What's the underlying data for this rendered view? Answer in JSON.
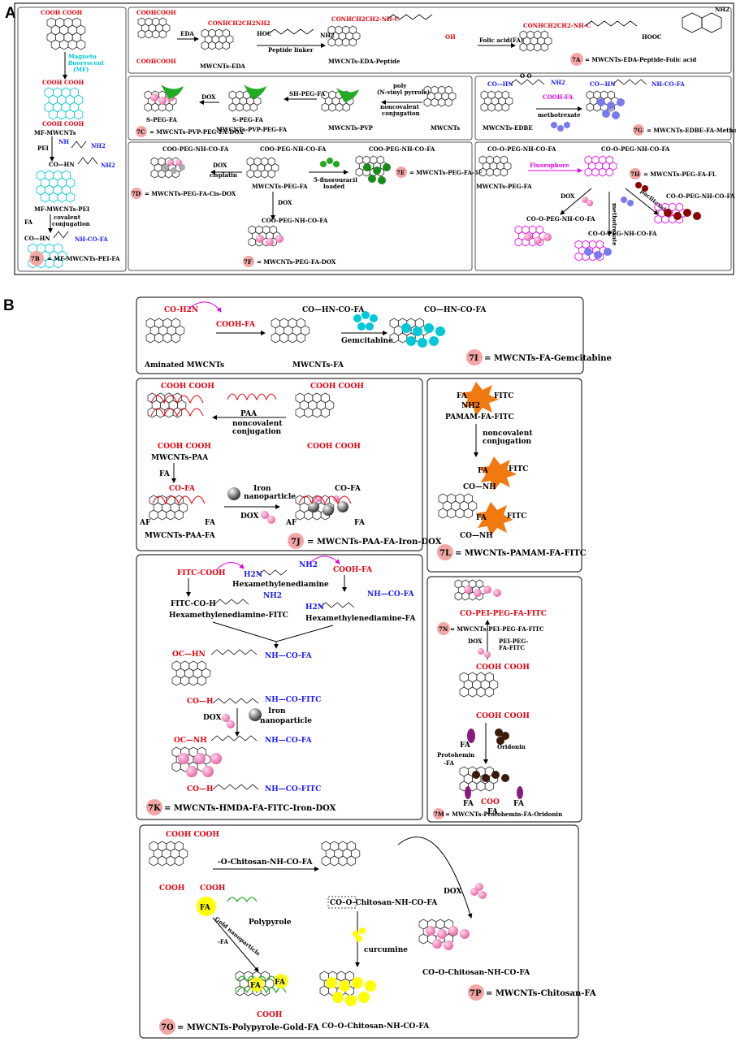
{
  "sections": {
    "A": "A",
    "B": "B"
  },
  "colors": {
    "border": "#333333",
    "cnt": "#333333",
    "cooh": "#e8000d",
    "nh": "#1a1aff",
    "pink_drug": "#f48fc8",
    "blue_drug": "#7a7af0",
    "cyan": "#00c8d8",
    "green": "#22aa22",
    "darkred": "#8b0000",
    "magenta": "#e600e6",
    "badge": "#f4a6a6"
  },
  "panelA": {
    "b7B": {
      "top_label": "COOH COOH",
      "mag_label1": "Magneto",
      "mag_label2": "fluorescent",
      "mag_label3": "(MF)",
      "mf_top": "COOH COOH",
      "mf_bot": "COOH COOH",
      "mf_name": "MF-MWCNTs",
      "pei": "PEI",
      "nh": "NH",
      "nh2": "NH2",
      "co_hn": "CO—HN",
      "n": "n",
      "mfpei_name": "MF-MWCNTs-PEI",
      "fa": "FA",
      "covalent1": "covalent",
      "covalent2": "conjugation",
      "nh_co_fa": "NH-CO-FA",
      "co_hn2": "CO—HN",
      "tag": "7B",
      "caption": "= MF-MWCNTs-PEI-FA"
    },
    "b7A": {
      "cooh_top": "COOHCOOH",
      "cooh_bot": "COOHCOOH",
      "eda": "EDA",
      "eda_product": "MWCNTs-EDA",
      "co_nh2": "CONHCH2CH2NH2",
      "hoc": "HOC",
      "nh2": "NH2",
      "peptide_linker": "Peptide linker",
      "mid_label": "CONHCH2CH2-NH-C",
      "mid_product": "MWCNTs-EDA-Peptide",
      "oh": "OH",
      "folic_acid": "Folic acid(FA)",
      "final_label": "CONHCH2CH2-NH-C",
      "hooc": "HOOC",
      "nh2b": "NH2",
      "tag": "7A",
      "caption": "= MWCNTs-EDA-Peptide-Folic acid"
    },
    "b7C": {
      "dox": "DOX",
      "s_peg_fa_1": "S-PEG-FA",
      "tag": "7C",
      "caption": "= MWCNTs-PVP-PEG-FA-DOX",
      "sh_peg_fa": "SH-PEG-FA",
      "s_peg_fa_2": "S-PEG-FA",
      "pvp_peg_fa": "MWCNTs-PVP-PEG-FA",
      "poly1": "poly",
      "poly2": "(N-vinyl pyrrole)",
      "poly3": "noncovalent",
      "poly4": "conjugation",
      "pvp": "MWCNTs-PVP",
      "mwcnts": "MWCNTs"
    },
    "b7G": {
      "co_hn": "CO—HN",
      "o_o": "O   O",
      "n": "n",
      "nh2": "NH2",
      "edbe": "MWCNTs-EDBE",
      "cooh_fa": "COOH-FA",
      "methotrexate": "methotrexate",
      "co_hn2": "CO—HN",
      "nh_co_fa": "NH-CO-FA",
      "tag": "7G",
      "caption": "= MWCNTs-EDBE-FA-Methotrexate"
    },
    "b7D": {
      "co_o": "COO-PEG-NH-CO-FA",
      "cisplatin": "cisplatin",
      "dox": "DOX",
      "tag": "7D",
      "caption": "= MWCNTs-PEG-FA-Cis-DOX",
      "center_label": "COO-PEG-NH-CO-FA",
      "peg_fa": "MWCNTs-PEG-FA",
      "fu1": "5-fluorouracil",
      "fu2": "loaded",
      "e_label": "COO-PEG-NH-CO-FA",
      "tag_e": "7E",
      "caption_e": "= MWCNTs-PEG-FA-5F",
      "dox2": "DOX",
      "f_label": "COO-PEG-NH-CO-FA",
      "tag_f": "7F",
      "caption_f": "= MWCNTs-PEG-FA-DOX"
    },
    "b7H": {
      "co_o": "CO-O-PEG-NH-CO-FA",
      "peg_fa": "MWCNTs-PEG-FA",
      "fluorophore": "Fluorophore",
      "h_label": "CO-O-PEG-NH-CO-FA",
      "tag": "7H",
      "caption": "= MWCNTs-PEG-FA-FL",
      "dox": "DOX",
      "methotrexate": "methotrexate",
      "paclitaxel": "paclitaxel",
      "left_label": "CO-O-PEG-NH-CO-FA",
      "mid_label": "CO-O-PEG-NH-CO-FA",
      "right_label": "CO-O-PEG-NH-CO-FA"
    }
  },
  "panelB": {
    "b7I": {
      "co_h2n": "CO-H2N",
      "aminated": "Aminated MWCNTs",
      "cooh_fa": "COOH-FA",
      "co_hn_co_fa": "CO—HN-CO-FA",
      "mwcnts_fa": "MWCNTs-FA",
      "gemcitabine": "Gemcitabine",
      "co_hn_co_fa2": "CO—HN-CO-FA",
      "tag": "7I",
      "caption": "= MWCNTs-FA-Gemcitabine"
    },
    "b7J": {
      "cooh_tl": "COOH COOH",
      "cooh_bl": "COOH COOH",
      "paa": "PAA",
      "paa_nc1": "noncovalent",
      "paa_nc2": "conjugation",
      "cooh_tr": "COOH COOH",
      "cooh_br": "COOH COOH",
      "mwcnts_paa": "MWCNTs-PAA",
      "fa": "FA",
      "co_fa": "CO-FA",
      "af": "AF",
      "fa_r": "FA",
      "mwcnts_paa_fa": "MWCNTs-PAA-FA",
      "iron1": "Iron",
      "iron2": "nanoparticle",
      "dox": "DOX",
      "co_fa2": "CO-FA",
      "af2": "AF",
      "fa2": "FA",
      "tag": "7J",
      "caption": "= MWCNTs-PAA-FA-Iron-DOX"
    },
    "b7L": {
      "fa_fitc": "FA",
      "fitc": "FITC",
      "nh2": "NH2",
      "pamam": "PAMAM-FA-FITC",
      "nc1": "noncovalent",
      "nc2": "conjugation",
      "fa2": "FA",
      "fitc2": "FITC",
      "co_nh": "CO—NH",
      "fa3": "FA",
      "fitc3": "FITC",
      "co_nh2": "CO—NH",
      "tag": "7L",
      "caption": "= MWCNTs-PAMAM-FA-FITC"
    },
    "b7K": {
      "fitc_cooh": "FITC-COOH",
      "h2n": "H2N",
      "nh2": "NH2",
      "cooh_fa": "COOH-FA",
      "hmda": "Hexamethylenediamine",
      "fitc_co_h": "FITC-CO-H",
      "nh2b": "NH2",
      "nh_co_fa": "NH—CO-FA",
      "h2n2": "H2N",
      "hmda_fitc": "Hexamethylenediamine-FITC",
      "hmda_fa": "Hexamethylenediamine-FA",
      "oc_hn": "OC—HN",
      "nh_co_fa2": "NH—CO-FA",
      "co_h": "CO—H",
      "nh_co_fitc": "NH—CO-FITC",
      "dox": "DOX",
      "iron1": "Iron",
      "iron2": "nanoparticle",
      "oc_nh": "OC—NH",
      "nh_co_fa3": "NH—CO-FA",
      "co_h2": "CO—H",
      "nh_co_fitc2": "NH—CO-FITC",
      "tag": "7K",
      "caption": "= MWCNTs-HMDA-FA-FITC-Iron-DOX"
    },
    "b7N": {
      "top_label": "CO-PEI-PEG-FA-FITC",
      "tag_n": "7N",
      "caption_n": "= MWCNTs-PEI-PEG-FA-FITC",
      "dox": "DOX",
      "pei": "PEI-PEG-",
      "pei2": "FA-FITC",
      "cooh_t": "COOH COOH",
      "cooh_b": "COOH COOH",
      "fa": "FA",
      "protohemin": "Protohemin",
      "protohemin2": "-FA",
      "oridonin": "Oridonin",
      "fa_l": "FA",
      "fa_r": "FA",
      "coo": "COO",
      "fa_b": "FA",
      "tag_m": "7M",
      "caption_m": "= MWCNTs-Protohemin-FA-Oridonin"
    },
    "b7O": {
      "cooh_t": "COOH COOH",
      "cooh_b1": "COOH",
      "cooh_b2": "COOH",
      "chitosan": "-O-Chitosan-NH-CO-FA",
      "fa": "FA",
      "gold1": "Gold nanoparticle",
      "gold2": "-FA",
      "polypyrole": "Polypyrole",
      "fa_l": "FA",
      "fa_r": "FA",
      "cooh_g": "COOH",
      "tag_o": "7O",
      "caption_o": "= MWCNTs-Polypyrole-Gold-FA",
      "co_o_chitosan": "CO–O-Chitosan-NH-CO-FA",
      "dox": "DOX",
      "curcumine": "curcumine",
      "co_o_chitosan2": "CO–O-Chitosan-NH-CO-FA",
      "co_o_chitosan3": "CO–O-Chitosan-NH-CO-FA",
      "tag_p": "7P",
      "caption_p": "= MWCNTs-Chitosan-FA"
    }
  }
}
